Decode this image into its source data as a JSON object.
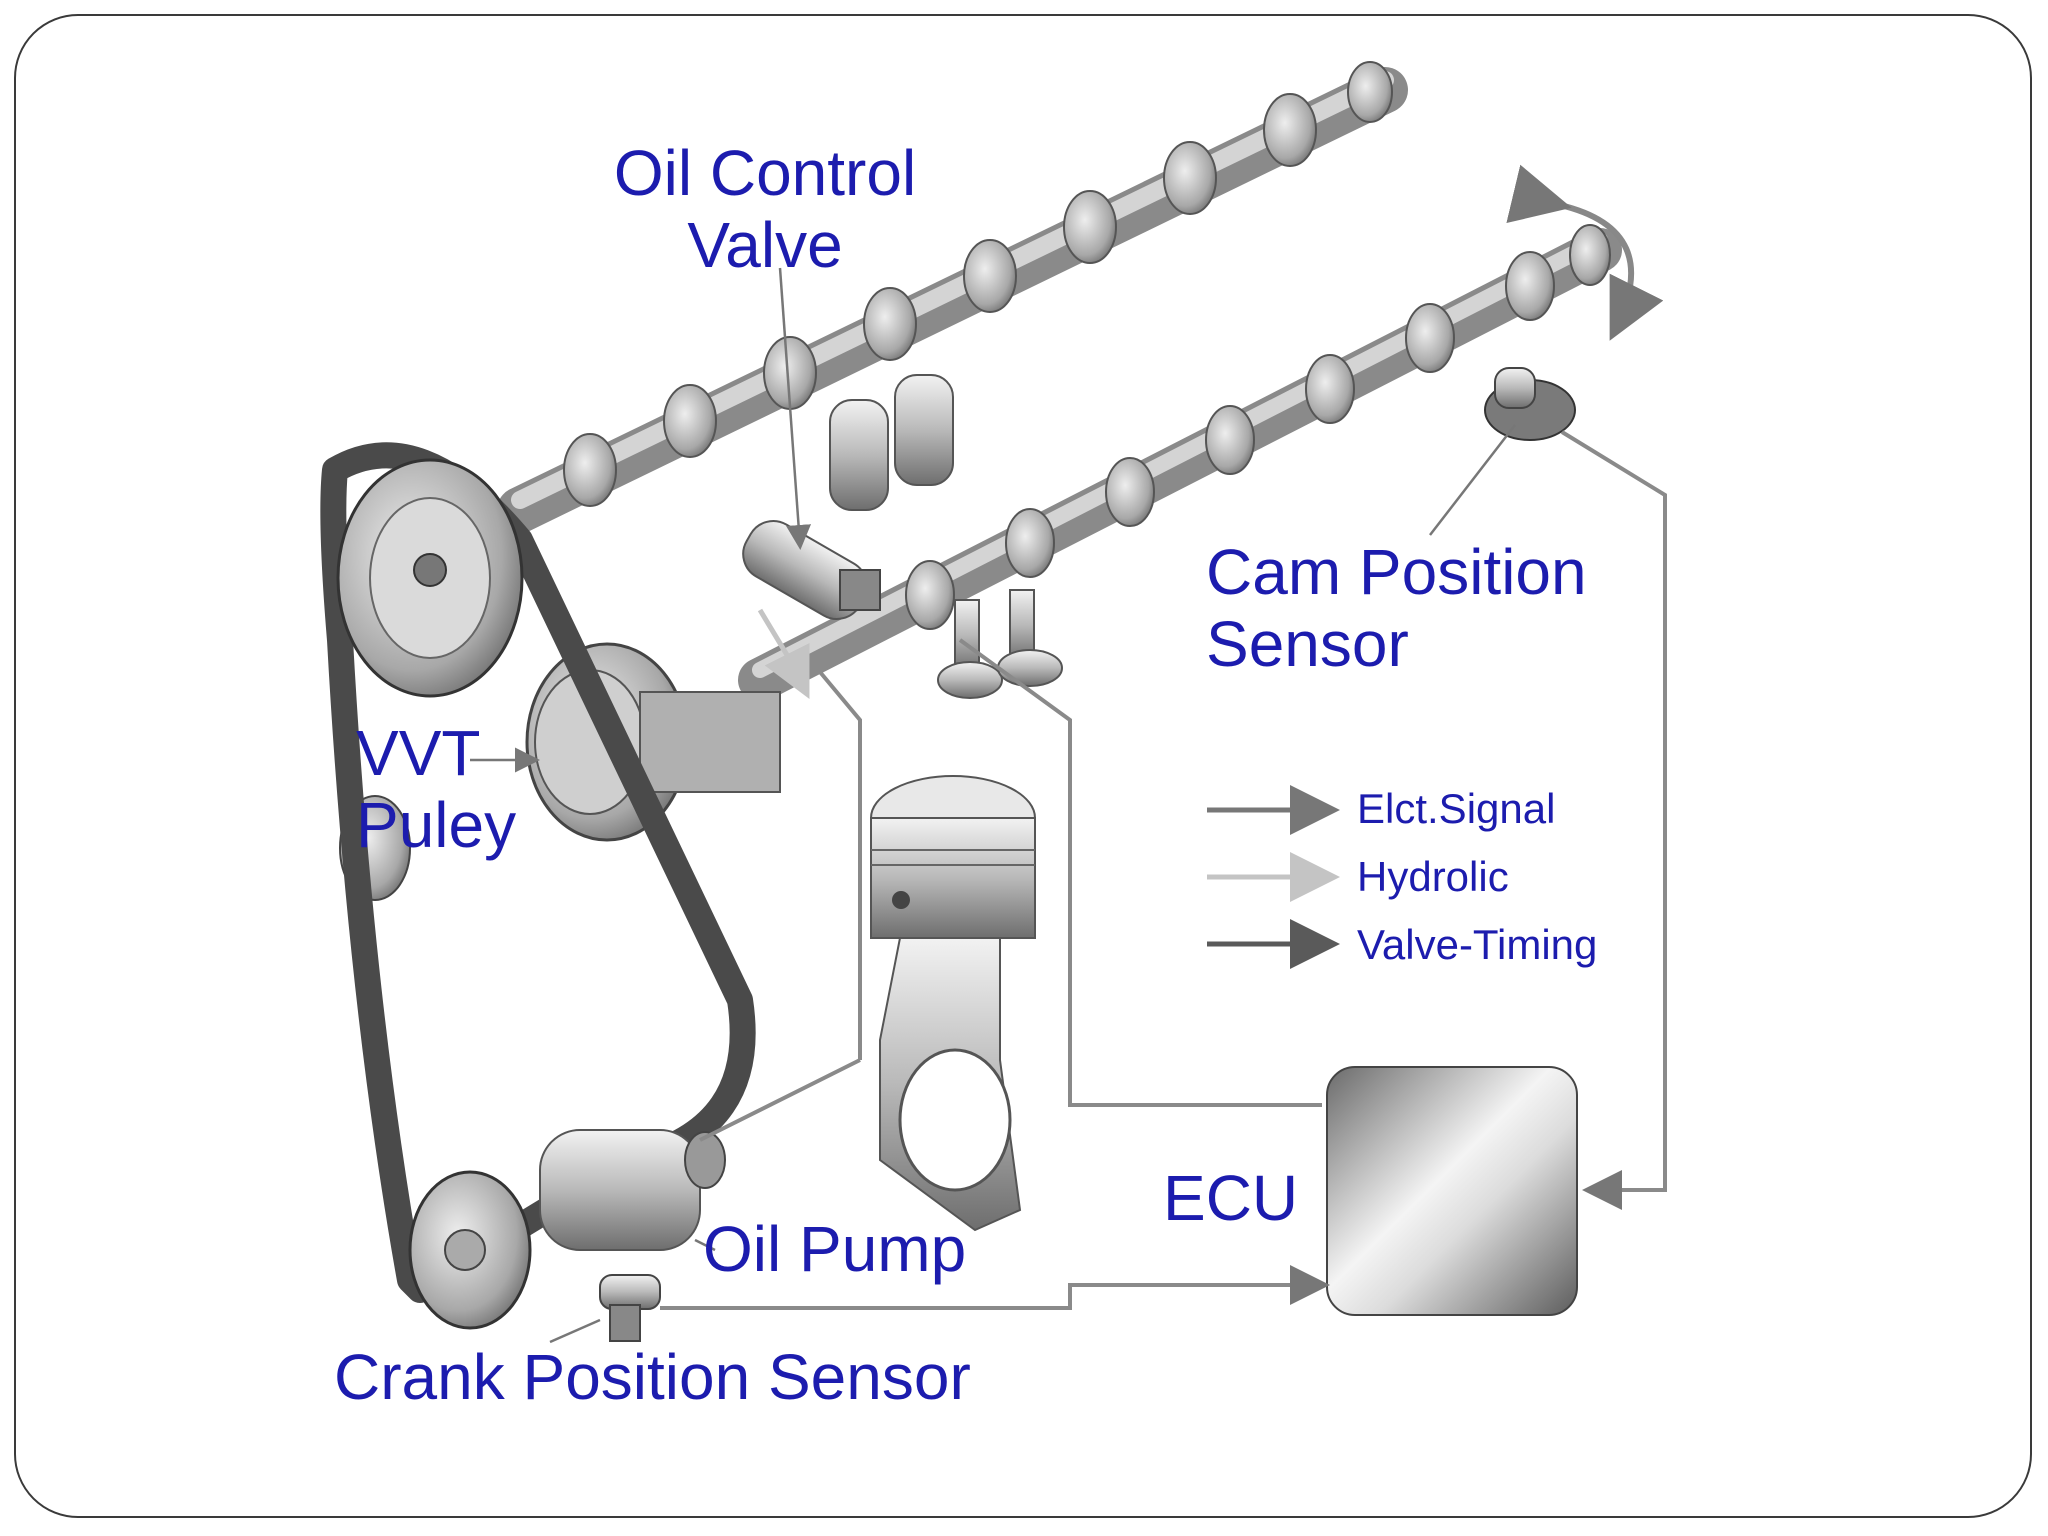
{
  "labels": {
    "oil_control_valve_line1": "Oil Control",
    "oil_control_valve_line2": "Valve",
    "cam_position_sensor_line1": "Cam Position",
    "cam_position_sensor_line2": "Sensor",
    "vvt_line1": "VVT",
    "vvt_line2": "Puley",
    "ecu": "ECU",
    "oil_pump": "Oil Pump",
    "crank_position_sensor": "Crank Position Sensor"
  },
  "legend": [
    {
      "label": "Elct.Signal",
      "color": "#777777"
    },
    {
      "label": "Hydrolic",
      "color": "#c4c4c4"
    },
    {
      "label": "Valve-Timing",
      "color": "#5a5a5a"
    }
  ],
  "colors": {
    "label_text": "#1c1cae",
    "belt": "#4a4a4a",
    "metal": "#bdbdbd",
    "wire": "#8a8a8a"
  }
}
